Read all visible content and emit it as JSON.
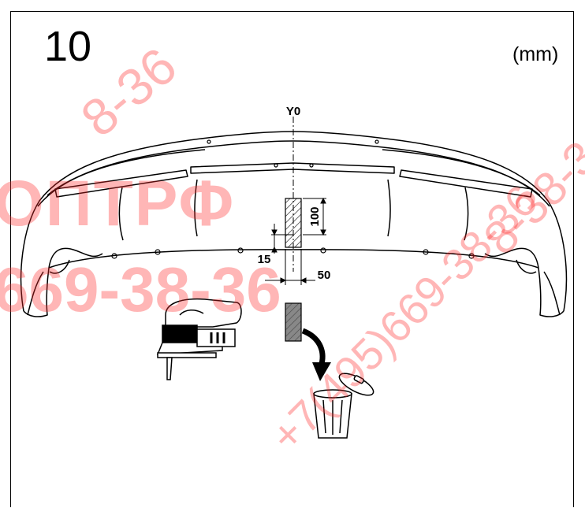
{
  "step_number": "10",
  "unit_label": "(mm)",
  "axis_label": "Y0",
  "dimensions": {
    "height": "100",
    "offset_top": "15",
    "width": "50"
  },
  "watermarks": {
    "brand": "ОПТРФ",
    "phone_main": "669-38-36",
    "phone_diag_left": "8-36",
    "phone_diag_center": "+7(495)669-38-36",
    "phone_diag_right": "8-38-3"
  },
  "colors": {
    "line": "#000000",
    "watermark": "#ff2828",
    "hatch_fill": "#888888"
  },
  "icons": [
    "jigsaw-icon",
    "trash-bin-icon",
    "discard-arrow-icon"
  ]
}
